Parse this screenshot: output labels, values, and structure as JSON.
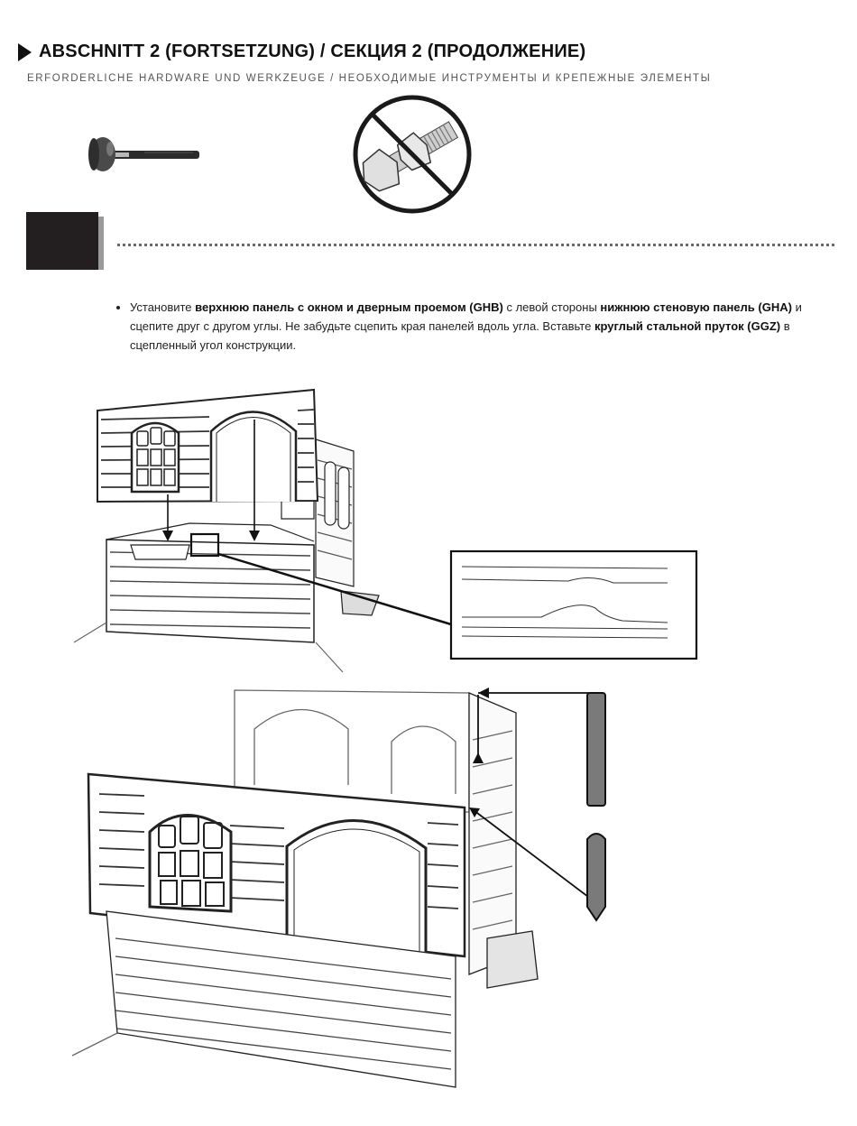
{
  "header": {
    "title": "ABSCHNITT 2 (FORTSETZUNG) / СЕКЦИЯ 2 (ПРОДОЛЖЕНИЕ)",
    "subtitle": "ERFORDERLICHE HARDWARE UND WERKZEUGE / НЕОБХОДИМЫЕ ИНСТРУМЕНТЫ И КРЕПЕЖНЫЕ ЭЛЕМЕНТЫ"
  },
  "tools": {
    "hammer_icon": "rubber-mallet-icon",
    "no_bolts_icon": "no-bolts-prohibited-icon"
  },
  "step": {
    "number": ""
  },
  "instruction": {
    "p1": "Установите ",
    "b1": "верхнюю панель с окном и дверным проемом (GHB)",
    "p2": " с левой стороны ",
    "b2": "нижнюю стеновую панель (GHA)",
    "p3": " и сцепите друг с другом углы. Не забудьте сцепить края панелей вдоль угла. Вставьте ",
    "b3": "круглый стальной пруток (GGZ)",
    "p4": " в сцепленный угол конструкции."
  },
  "colors": {
    "step_box": "#231f20",
    "dots": "#6a6a6a",
    "rod": "#7a7a7a"
  }
}
